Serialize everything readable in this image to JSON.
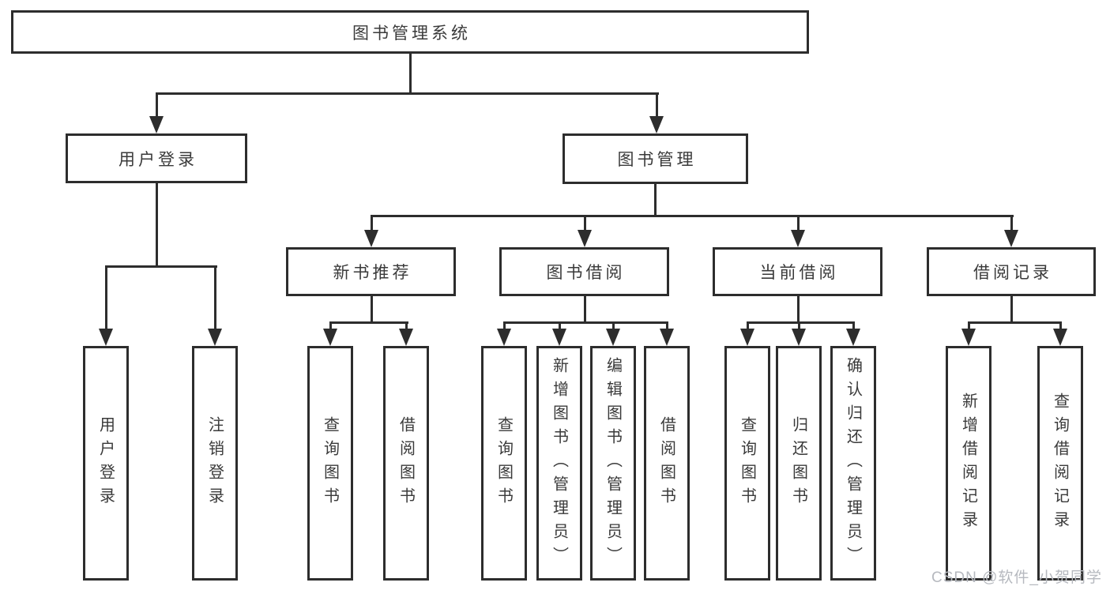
{
  "diagram": {
    "title": "图书管理系统",
    "level2": [
      {
        "label": "用户登录"
      },
      {
        "label": "图书管理"
      }
    ],
    "level3": [
      {
        "label": "新书推荐"
      },
      {
        "label": "图书借阅"
      },
      {
        "label": "当前借阅"
      },
      {
        "label": "借阅记录"
      }
    ],
    "leaves": {
      "user_login": [
        "用户登录",
        "注销登录"
      ],
      "new_books": [
        "查询图书",
        "借阅图书"
      ],
      "book_borrow": [
        "查询图书",
        "新增图书（管理员）",
        "编辑图书（管理员）",
        "借阅图书"
      ],
      "current_borrow": [
        "查询图书",
        "归还图书",
        "确认归还（管理员）"
      ],
      "borrow_records": [
        "新增借阅记录",
        "查询借阅记录"
      ]
    }
  },
  "watermark": "CSDN @软件_小贺同学",
  "colors": {
    "line": "#2d2d2d",
    "text": "#3a3a3a",
    "watermark": "#b6b9bf",
    "background": "#ffffff"
  }
}
